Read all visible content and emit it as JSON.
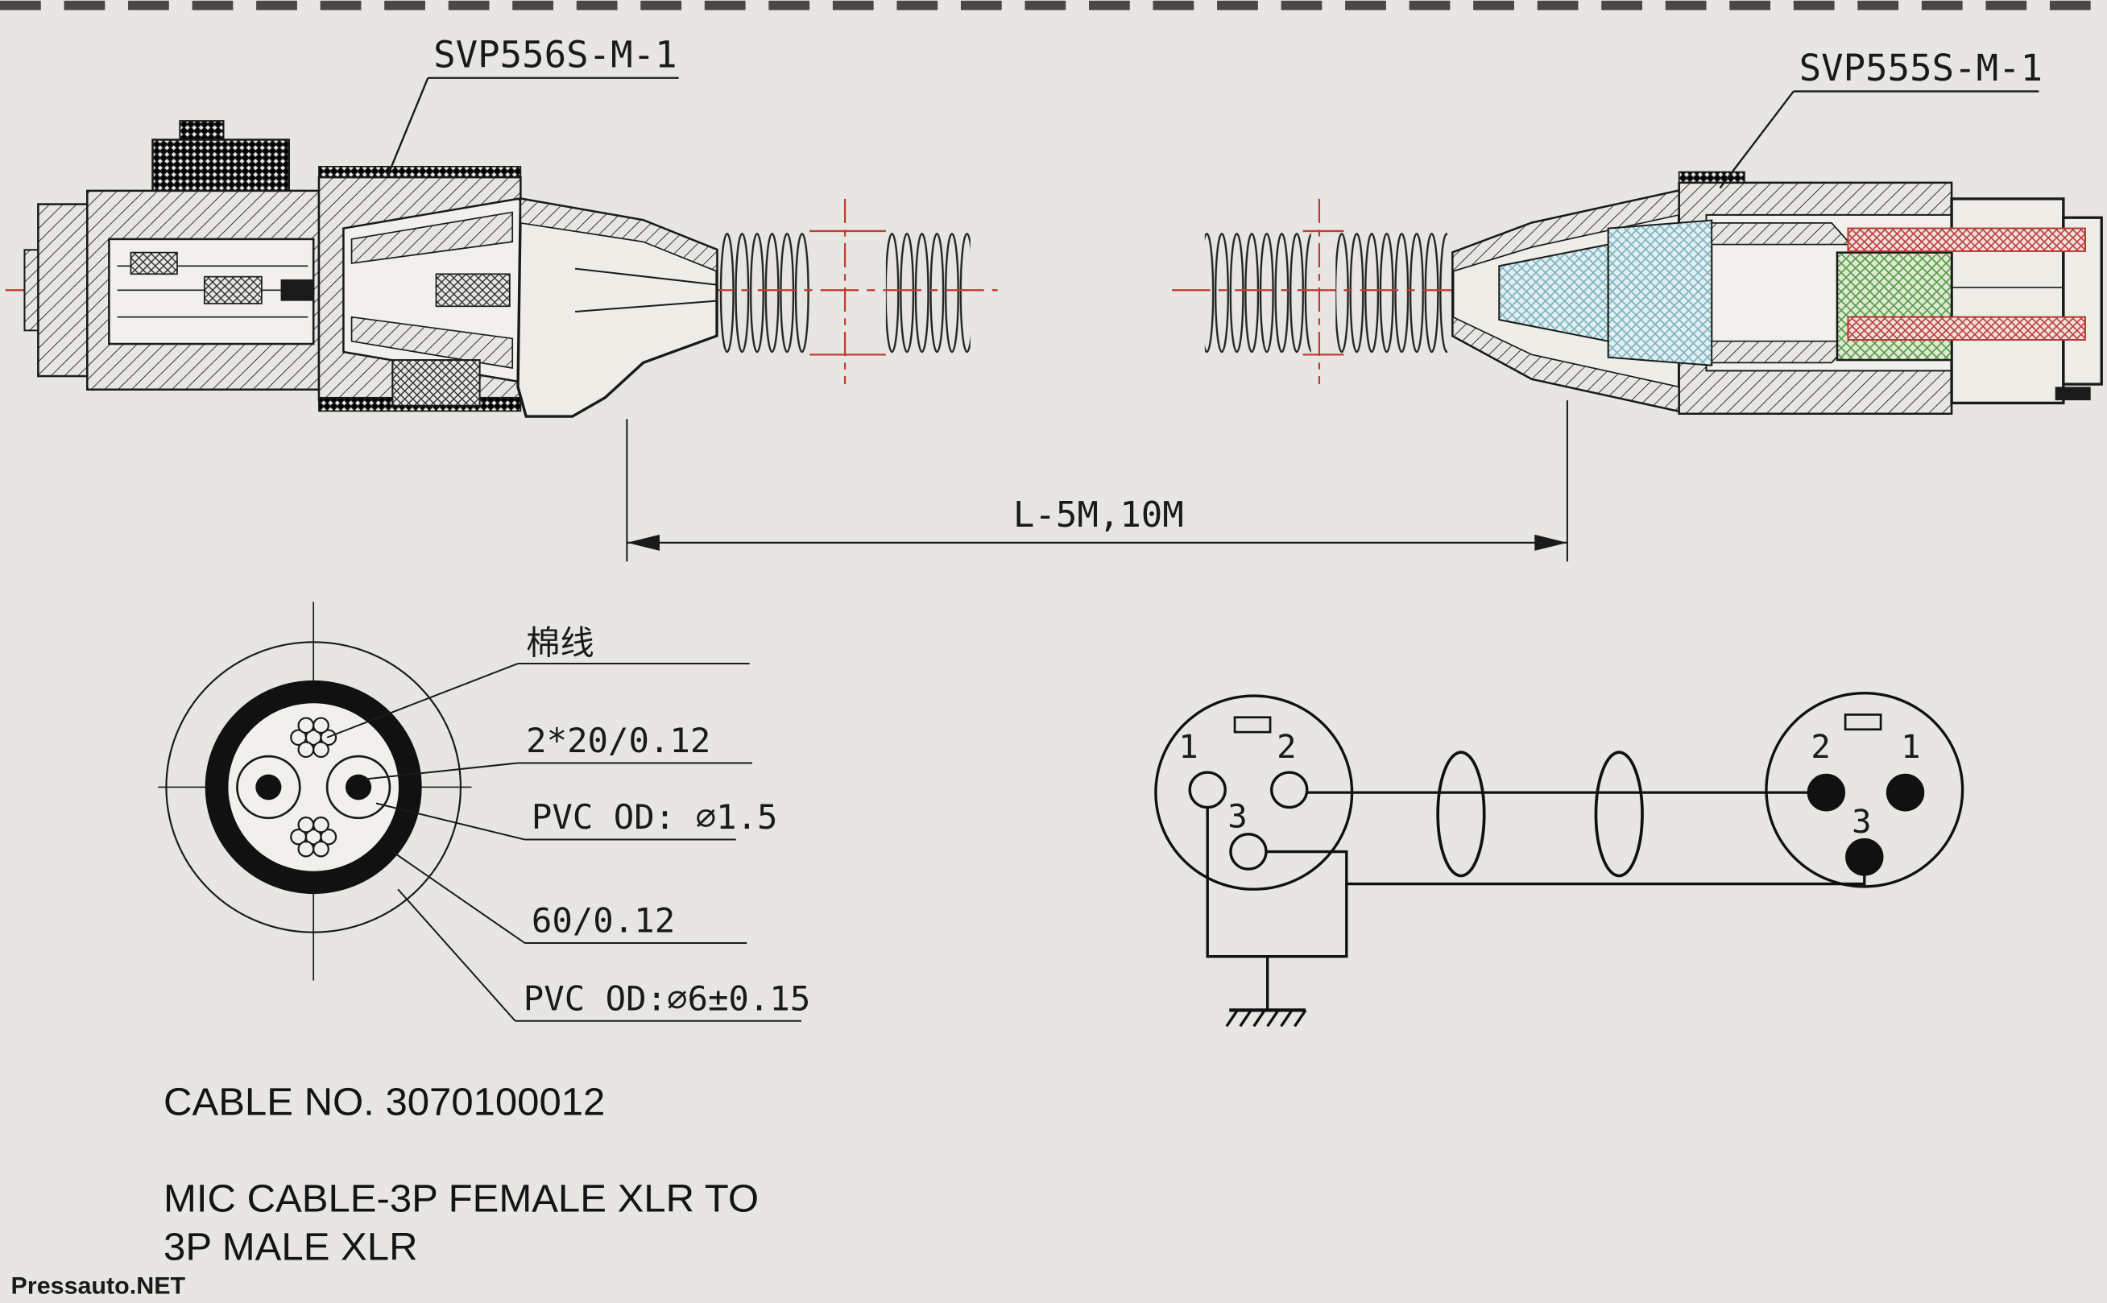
{
  "page": {
    "background": "#e8e6e2",
    "line_color": "#1a1a1a",
    "centerline_color": "#c23b32",
    "green_hatch_color": "#5a9a4a",
    "blue_hatch_color": "#7ab4c0",
    "red_hatch_color": "#c04040",
    "watermark_color": "#2b3990"
  },
  "connectors": {
    "left_label": "SVP556S-M-1",
    "right_label": "SVP555S-M-1"
  },
  "dimension": {
    "label": "L-5M,10M"
  },
  "cross_section": {
    "labels": [
      "棉线",
      "2*20/0.12",
      "PVC OD: ∅1.5",
      "60/0.12",
      "PVC OD:∅6±0.15"
    ]
  },
  "schematic": {
    "left_pin_labels": [
      "1",
      "2",
      "3"
    ],
    "right_pin_labels": [
      "2",
      "1",
      "3"
    ]
  },
  "footer": {
    "cable_no": "CABLE NO. 3070100012",
    "description_line1": "MIC CABLE-3P FEMALE XLR TO",
    "description_line2": "3P MALE XLR",
    "watermark": "Pressauto.NET"
  }
}
